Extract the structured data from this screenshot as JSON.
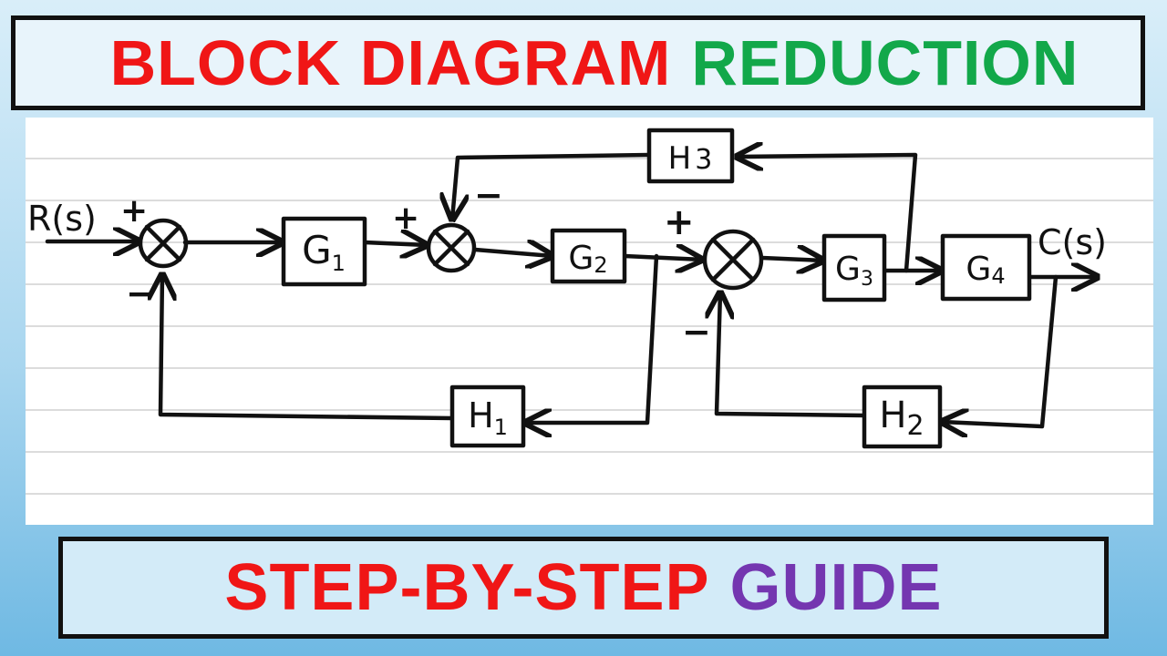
{
  "header": {
    "title_part1": "BLOCK DIAGRAM",
    "title_part2": "REDUCTION"
  },
  "footer": {
    "subtitle_part1": "STEP-BY-STEP",
    "subtitle_part2": "GUIDE"
  },
  "diagram": {
    "input_label": "R(s)",
    "output_label": "C(s)",
    "blocks": {
      "g1": {
        "letter": "G",
        "sub": "1"
      },
      "g2": {
        "letter": "G",
        "sub": "2"
      },
      "g3": {
        "letter": "G",
        "sub": "3"
      },
      "g4": {
        "letter": "G",
        "sub": "4"
      },
      "h1": {
        "letter": "H",
        "sub": "1"
      },
      "h2": {
        "letter": "H",
        "sub": "2"
      },
      "h3": {
        "letter": "H",
        "sub": "3"
      }
    },
    "signs": {
      "sum1_plus": "+",
      "sum1_minus": "−",
      "sum2_plus": "+",
      "sum2_minus": "−",
      "sum3_plus": "+",
      "sum3_minus": "−"
    }
  }
}
